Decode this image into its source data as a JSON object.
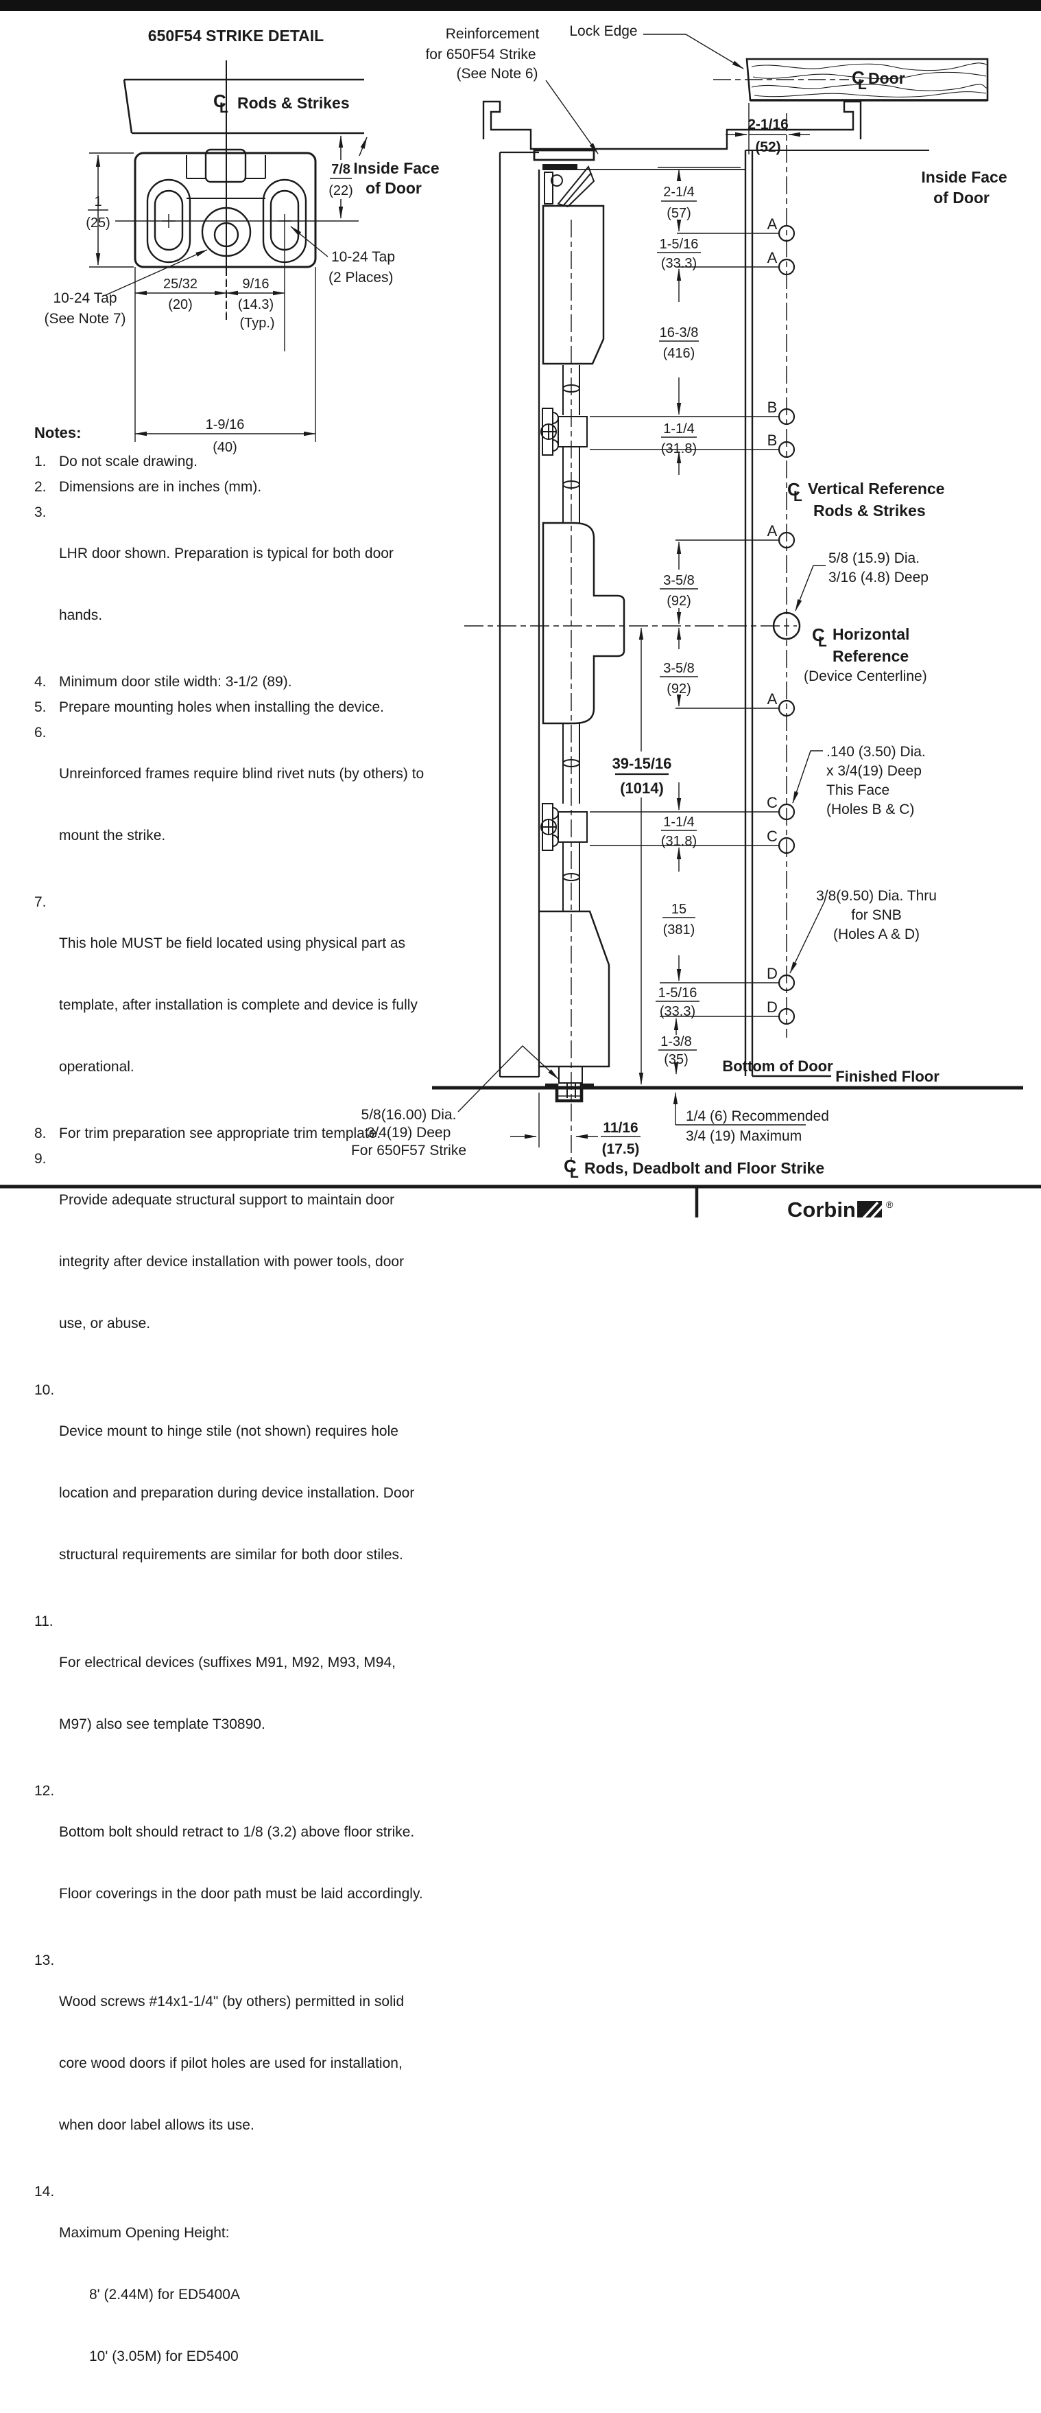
{
  "symbols": {
    "cl_c": "C",
    "cl_l": "L",
    "reg": "®"
  },
  "strike_detail": {
    "title": "650F54 STRIKE DETAIL",
    "cl_label": "Rods & Strikes",
    "inside_face_1": "Inside Face",
    "inside_face_2": "of Door",
    "dim_1": "1",
    "dim_1_mm": "(25)",
    "dim_78": "7/8",
    "dim_78_mm": "(22)",
    "dim_2532": "25/32",
    "dim_2532_mm": "(20)",
    "dim_916": "9/16",
    "dim_916_mm": "(14.3)",
    "dim_916_typ": "(Typ.)",
    "dim_1916": "1-9/16",
    "dim_1916_mm": "(40)",
    "tap_2p_1": "10-24 Tap",
    "tap_2p_2": "(2 Places)",
    "tap_n7_1": "10-24 Tap",
    "tap_n7_2": "(See Note 7)"
  },
  "top": {
    "reinforcement_1": "Reinforcement",
    "reinforcement_2": "for 650F54 Strike",
    "reinforcement_3": "(See Note 6)",
    "lock_edge": "Lock Edge",
    "door_label": "Door",
    "dim_2116": "2-1/16",
    "dim_2116_mm": "(52)",
    "inside_face_1": "Inside Face",
    "inside_face_2": "of Door"
  },
  "right": {
    "dim_214": "2-1/4",
    "dim_214_mm": "(57)",
    "dim_1516_top": "1-5/16",
    "dim_1516_top_mm": "(33.3)",
    "dim_1638": "16-3/8",
    "dim_1638_mm": "(416)",
    "dim_114_b": "1-1/4",
    "dim_114_b_mm": "(31.8)",
    "vref_1": "Vertical Reference",
    "vref_2": "Rods & Strikes",
    "callout_58_1": "5/8 (15.9) Dia.",
    "callout_58_2": "3/16 (4.8) Deep",
    "dim_358_top": "3-5/8",
    "dim_358_top_mm": "(92)",
    "href_1": "Horizontal",
    "href_2": "Reference",
    "href_3": "(Device Centerline)",
    "dim_358_bot": "3-5/8",
    "dim_358_bot_mm": "(92)",
    "dim_391516": "39-15/16",
    "dim_391516_mm": "(1014)",
    "callout_140_1": ".140 (3.50) Dia.",
    "callout_140_2": "x 3/4(19) Deep",
    "callout_140_3": "This Face",
    "callout_140_4": "(Holes B & C)",
    "dim_114_c": "1-1/4",
    "dim_114_c_mm": "(31.8)",
    "dim_15": "15",
    "dim_15_mm": "(381)",
    "callout_38_1": "3/8(9.50) Dia. Thru",
    "callout_38_2": "for SNB",
    "callout_38_3": "(Holes A & D)",
    "dim_1516_bot": "1-5/16",
    "dim_1516_bot_mm": "(33.3)",
    "dim_138": "1-3/8",
    "dim_138_mm": "(35)",
    "bottom_of_door": "Bottom of Door",
    "finished_floor": "Finished Floor",
    "floor_rec_1": "1/4 (6) Recommended",
    "floor_rec_2": "3/4 (19) Maximum",
    "holes": {
      "a": "A",
      "b": "B",
      "c": "C",
      "d": "D"
    }
  },
  "bottom": {
    "callout_650f57_1": "5/8(16.00) Dia.",
    "callout_650f57_2": "3/4(19) Deep",
    "callout_650f57_3": "For 650F57 Strike",
    "dim_1116": "11/16",
    "dim_1116_mm": "(17.5)",
    "cl_rods_deadbolt": "Rods, Deadbolt and Floor Strike"
  },
  "notes": {
    "heading": "Notes:",
    "items": [
      {
        "num": "1.",
        "lines": [
          "Do not scale drawing."
        ]
      },
      {
        "num": "2.",
        "lines": [
          "Dimensions are in inches (mm)."
        ]
      },
      {
        "num": "3.",
        "lines": [
          "LHR door shown. Preparation is typical for both door",
          "hands."
        ]
      },
      {
        "num": "4.",
        "lines": [
          "Minimum door stile width: 3-1/2 (89)."
        ]
      },
      {
        "num": "5.",
        "lines": [
          "Prepare mounting holes when installing the device."
        ]
      },
      {
        "num": "6.",
        "lines": [
          "Unreinforced frames require blind rivet nuts (by others) to",
          "mount the strike."
        ]
      },
      {
        "num": "7.",
        "lines": [
          "This hole MUST be field located using physical part as",
          "template, after installation is complete and device is fully",
          "operational."
        ]
      },
      {
        "num": "8.",
        "lines": [
          "For trim preparation see appropriate trim template."
        ]
      },
      {
        "num": "9.",
        "lines": [
          "Provide adequate structural support to maintain door",
          "integrity after device installation with power tools, door",
          "use, or abuse."
        ]
      },
      {
        "num": "10.",
        "lines": [
          "Device mount to hinge stile (not shown) requires hole",
          "location and preparation during device installation. Door",
          "structural requirements are similar for both door stiles."
        ]
      },
      {
        "num": "11.",
        "lines": [
          "For electrical devices (suffixes M91, M92, M93, M94,",
          "M97) also see template T30890."
        ]
      },
      {
        "num": "12.",
        "lines": [
          "Bottom bolt should retract to 1/8 (3.2) above floor strike.",
          "Floor coverings in the door path must be laid accordingly."
        ]
      },
      {
        "num": "13.",
        "lines": [
          "Wood screws #14x1-1/4\" (by others) permitted in solid",
          "core wood doors if pilot holes are used for installation,",
          "when door label allows its use."
        ]
      },
      {
        "num": "14.",
        "lines": [
          "Maximum Opening Height:",
          "8' (2.44M) for ED5400A",
          "10' (3.05M) for ED5400"
        ]
      }
    ]
  },
  "footer": {
    "brand": "Corbin"
  }
}
